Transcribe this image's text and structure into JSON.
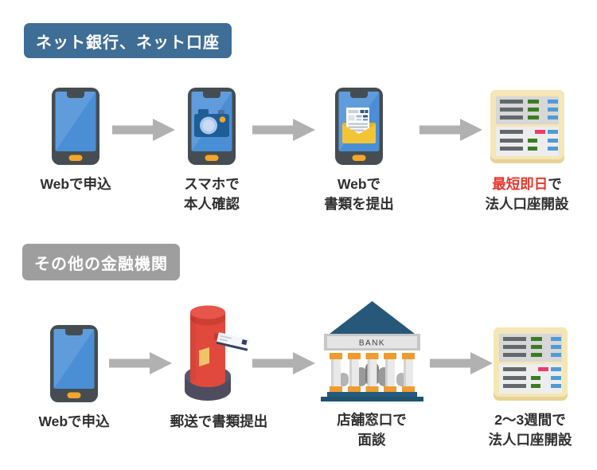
{
  "colors": {
    "badge_blue": "#3e6d96",
    "badge_gray": "#9e9e9e",
    "arrow_gray": "#b1b1b1",
    "highlight_red": "#e8382d",
    "label_text": "#2f2f2f"
  },
  "section1": {
    "badge": "ネット銀行、ネット口座",
    "step1": {
      "label": "Webで申込"
    },
    "step2": {
      "line1": "スマホで",
      "line2": "本人確認"
    },
    "step3": {
      "line1": "Webで",
      "line2": "書類を提出"
    },
    "step4": {
      "line1_highlight": "最短即日",
      "line1_rest": "で",
      "line2": "法人口座開設"
    }
  },
  "section2": {
    "badge": "その他の金融機関",
    "step1": {
      "label": "Webで申込"
    },
    "step2": {
      "label": "郵送で書類提出"
    },
    "step3": {
      "sign": "BANK",
      "line1": "店舗窓口で",
      "line2": "面談"
    },
    "step4": {
      "line1": "2〜3週間で",
      "line2": "法人口座開設"
    }
  }
}
